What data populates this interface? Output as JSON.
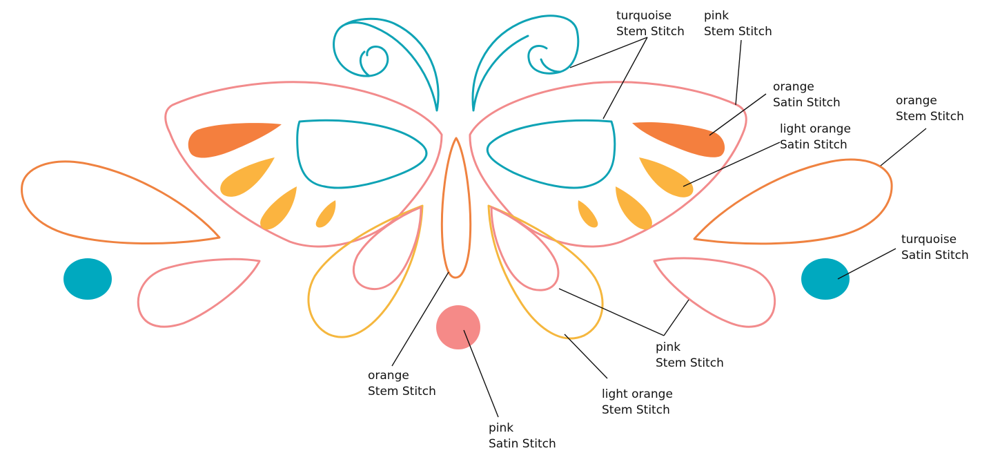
{
  "palette": {
    "turquoise": "#0FA3B5",
    "turquoise_fill": "#00A9BF",
    "pink": "#F28B8C",
    "pink_fill": "#F58A88",
    "orange": "#EF8240",
    "orange_fill": "#F47F3E",
    "light_orange": "#F5B73E",
    "light_orange_fill": "#FBB440",
    "leader": "#111111"
  },
  "labels": {
    "turquoise_stem": {
      "color": "turquoise",
      "stitch": "Stem Stitch"
    },
    "pink_stem_top": {
      "color": "pink",
      "stitch": "Stem Stitch"
    },
    "orange_satin": {
      "color": "orange",
      "stitch": "Satin Stitch"
    },
    "light_orange_satin": {
      "color": "light orange",
      "stitch": "Satin Stitch"
    },
    "orange_stem_right": {
      "color": "orange",
      "stitch": "Stem Stitch"
    },
    "turquoise_satin": {
      "color": "turquoise",
      "stitch": "Satin Stitch"
    },
    "pink_stem_bottom": {
      "color": "pink",
      "stitch": "Stem Stitch"
    },
    "light_orange_stem": {
      "color": "light orange",
      "stitch": "Stem Stitch"
    },
    "orange_stem_center": {
      "color": "orange",
      "stitch": "Stem Stitch"
    },
    "pink_satin": {
      "color": "pink",
      "stitch": "Satin Stitch"
    }
  }
}
